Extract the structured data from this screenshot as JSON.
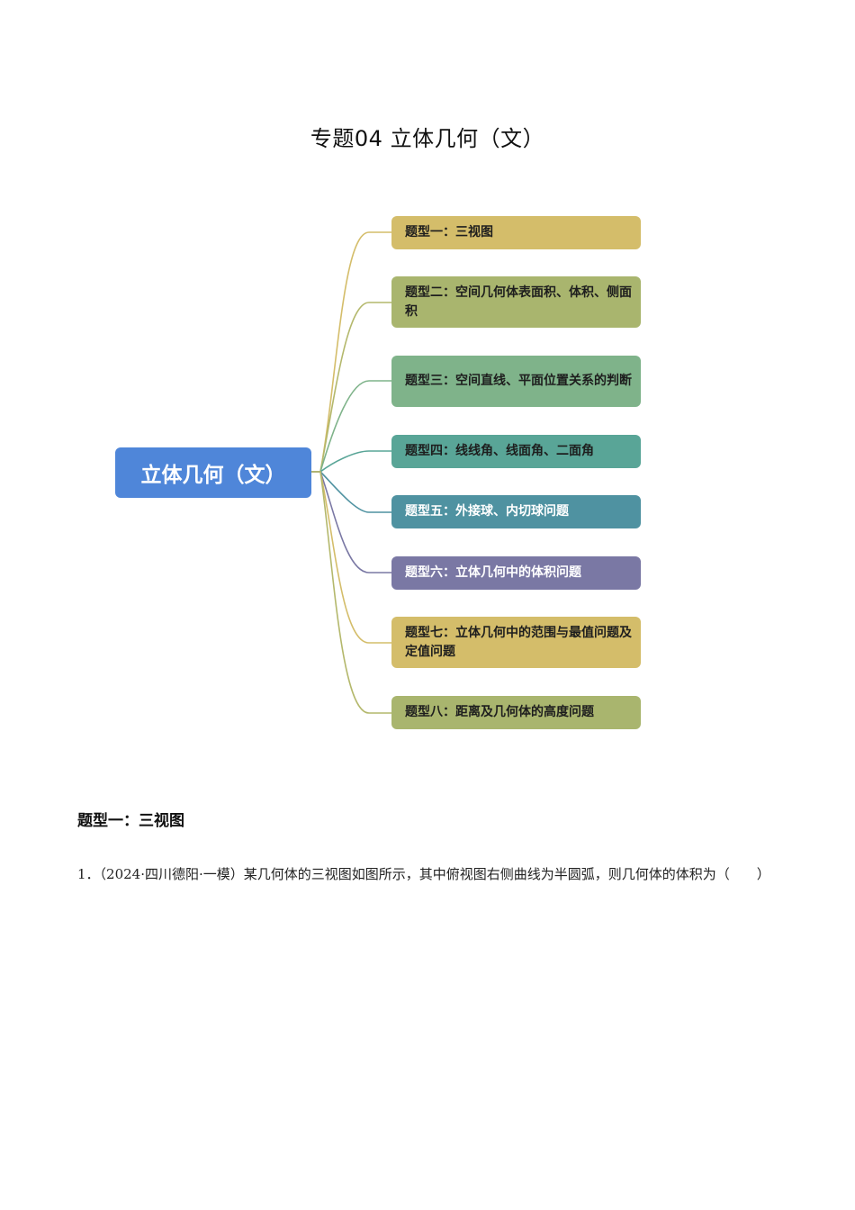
{
  "document": {
    "title": "专题04 立体几何（文）"
  },
  "mindmap": {
    "root": {
      "label": "立体几何（文）",
      "color": "#4f86d9"
    },
    "branches": [
      {
        "label": "题型一：三视图",
        "color": "#d4bd6a",
        "text_color": "#1e1e1e",
        "line_color": "#d4bd6a"
      },
      {
        "label": "题型二：空间几何体表面积、体积、侧面积",
        "color": "#a9b56e",
        "text_color": "#1e1e1e",
        "line_color": "#b4b86c"
      },
      {
        "label": "题型三：空间直线、平面位置关系的判断",
        "color": "#7fb38a",
        "text_color": "#1e1e1e",
        "line_color": "#7fb38a"
      },
      {
        "label": "题型四：线线角、线面角、二面角",
        "color": "#59a597",
        "text_color": "#1e1e1e",
        "line_color": "#59a597"
      },
      {
        "label": "题型五：外接球、内切球问题",
        "color": "#4f92a1",
        "text_color": "#ffffff",
        "line_color": "#4f92a1"
      },
      {
        "label": "题型六：立体几何中的体积问题",
        "color": "#7a78a4",
        "text_color": "#ffffff",
        "line_color": "#7a78a4"
      },
      {
        "label": "题型七：立体几何中的范围与最值问题及定值问题",
        "color": "#d4bd6a",
        "text_color": "#1e1e1e",
        "line_color": "#d4bd6a"
      },
      {
        "label": "题型八：距离及几何体的高度问题",
        "color": "#a9b56e",
        "text_color": "#1e1e1e",
        "line_color": "#b4b86c"
      }
    ]
  },
  "section": {
    "heading": "题型一：三视图"
  },
  "questions": [
    {
      "number": "1．",
      "text": "（2024·四川德阳·一模）某几何体的三视图如图所示，其中俯视图右侧曲线为半圆弧，则几何体的体积为（　　）"
    }
  ]
}
